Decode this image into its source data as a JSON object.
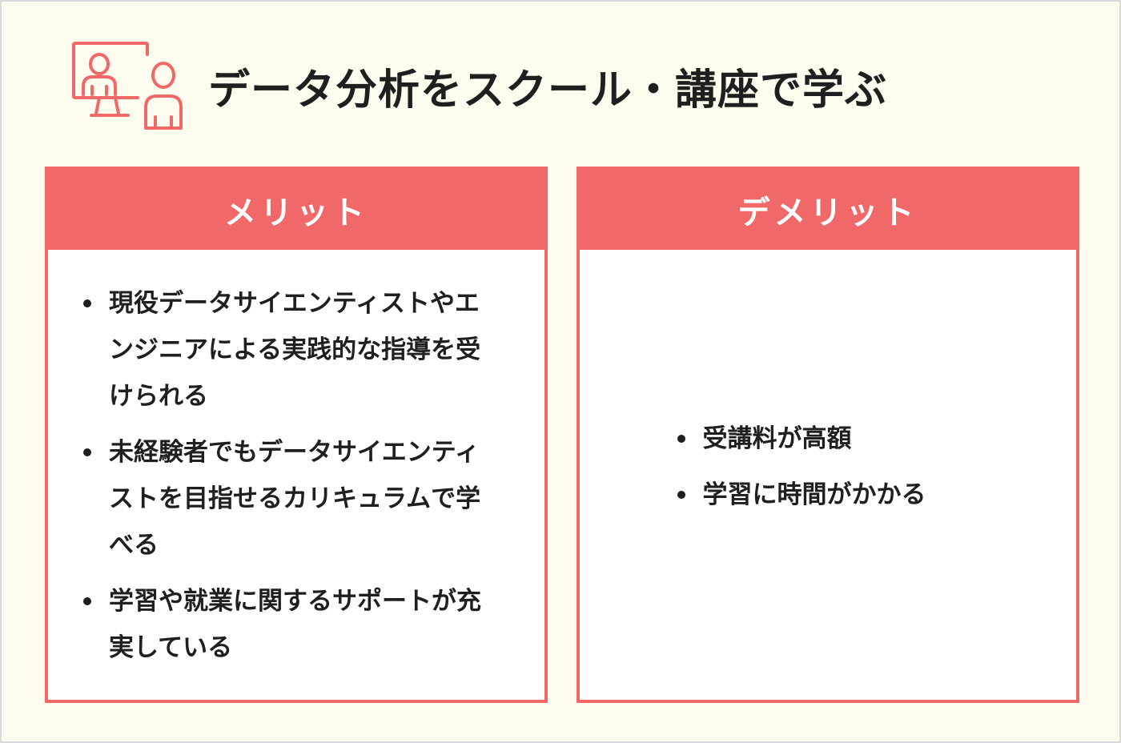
{
  "header": {
    "icon": "online-lesson-icon",
    "title": "データ分析をスクール・講座で学ぶ"
  },
  "colors": {
    "accent": "#f06868",
    "background": "#fefbef",
    "text": "#1f1f1f"
  },
  "merit": {
    "heading": "メリット",
    "items": [
      "現役データサイエンティストやエンジニアによる実践的な指導を受けられる",
      "未経験者でもデータサイエンティストを目指せるカリキュラムで学べる",
      "学習や就業に関するサポートが充実している"
    ]
  },
  "demerit": {
    "heading": "デメリット",
    "items": [
      "受講料が高額",
      "学習に時間がかかる"
    ]
  }
}
